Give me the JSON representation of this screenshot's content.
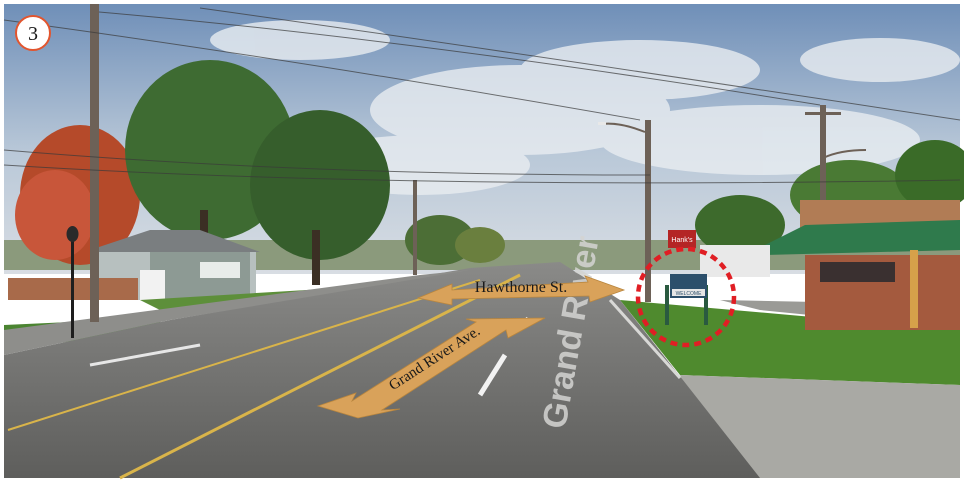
{
  "badge": {
    "number": "3",
    "ring_color": "#e2552e"
  },
  "labels": {
    "cross_street": "Hawthorne St.",
    "main_road": "Grand River Ave.",
    "road_marking": "Grand River"
  },
  "sign": {
    "panel_text": "WELCOME",
    "top_sign_text": "Hank's"
  },
  "colors": {
    "arrow_fill": "#d9a25a",
    "highlight_circle": "#e01e24",
    "sky": "#9bb4cf",
    "grass": "#4f8a2e",
    "asphalt": "#6e6e6c"
  }
}
